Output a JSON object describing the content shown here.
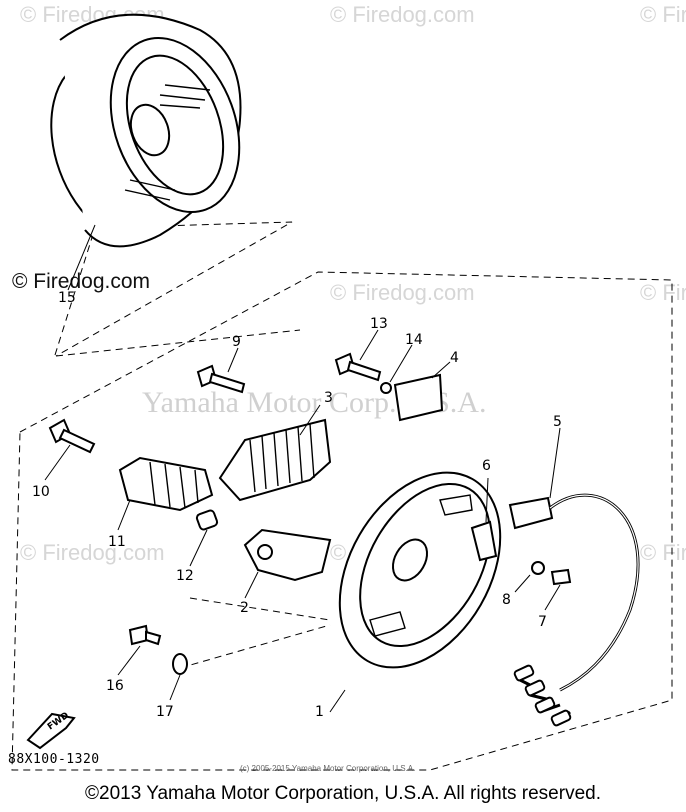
{
  "watermark": {
    "firedog": "© Firedog.com",
    "firedog_bold": "© Firedog.com",
    "yamaha": "Yamaha Motor Corp. U.S.A."
  },
  "callouts": {
    "p1": "1",
    "p2": "2",
    "p3": "3",
    "p4": "4",
    "p5": "5",
    "p6": "6",
    "p7": "7",
    "p8": "8",
    "p9": "9",
    "p10": "10",
    "p11": "11",
    "p12": "12",
    "p13": "13",
    "p14": "14",
    "p15": "15",
    "p16": "16",
    "p17": "17"
  },
  "fwd_label": "FWD",
  "part_number": "88X100-1320",
  "small_copyright": "(c) 2005-2015 Yamaha Motor Corporation, U.S.A.",
  "footer_copyright": "©2013 Yamaha Motor Corporation, U.S.A. All rights reserved."
}
